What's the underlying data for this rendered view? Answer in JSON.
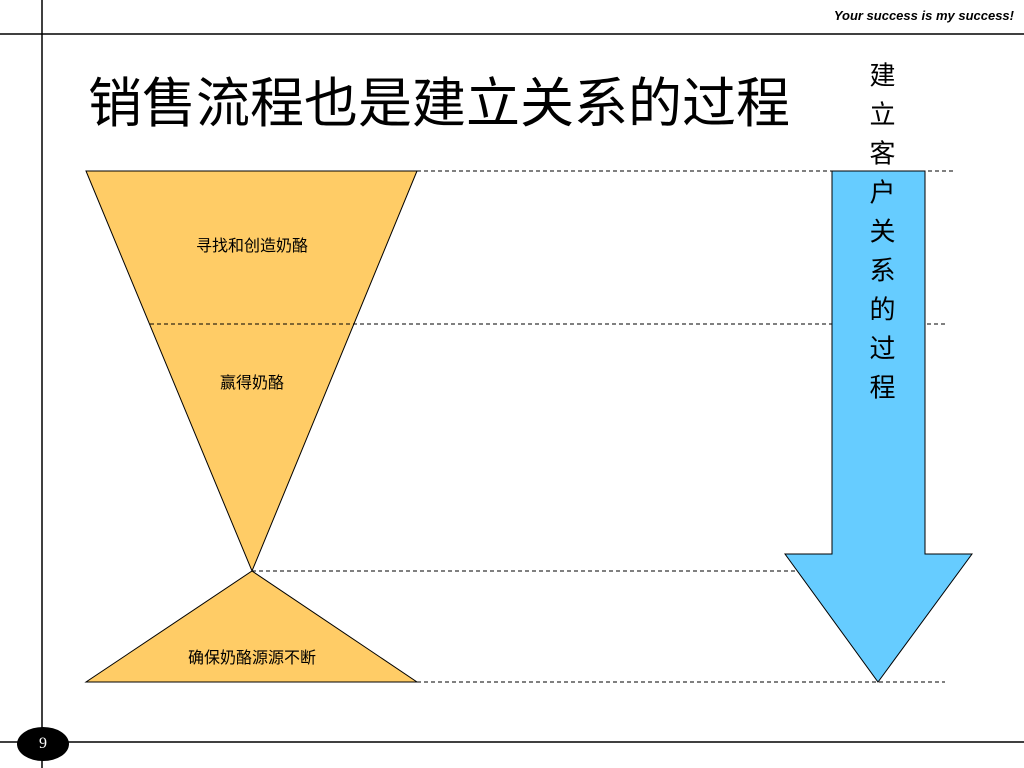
{
  "header": {
    "tagline": "Your success is my success!"
  },
  "slide": {
    "title": "销售流程也是建立关系的过程",
    "page_number": "9"
  },
  "funnel": {
    "stage_1": "寻找和创造奶酪",
    "stage_2": "赢得奶酪",
    "stage_3": "确保奶酪源源不断"
  },
  "arrow": {
    "label": "建立客户关系的过程"
  },
  "colors": {
    "funnel_fill": "#FFCC66",
    "arrow_fill": "#66CCFF",
    "line": "#000000",
    "page_number_bg": "#000000"
  }
}
